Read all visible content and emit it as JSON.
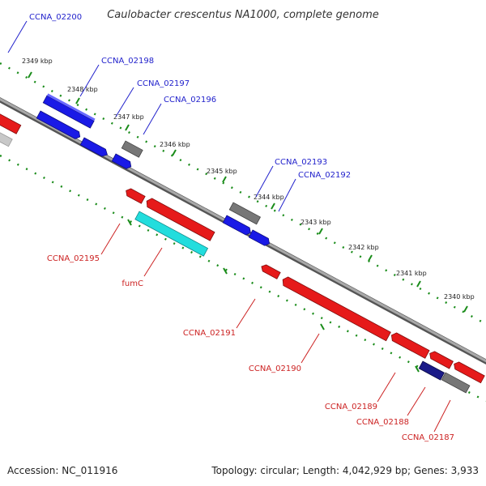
{
  "title": "Caulobacter crescentus NA1000, complete genome",
  "footer": {
    "accession": "Accession: NC_011916",
    "summary": "Topology: circular; Length: 4,042,929 bp; Genes: 3,933"
  },
  "ticks": [
    "2349 kbp",
    "2348 kbp",
    "2347 kbp",
    "2346 kbp",
    "2345 kbp",
    "2344 kbp",
    "2343 kbp",
    "2342 kbp",
    "2341 kbp",
    "2340 kbp"
  ],
  "genes": {
    "plus": [
      "CCNA_02200",
      "CCNA_02198",
      "CCNA_02197",
      "CCNA_02196",
      "CCNA_02193",
      "CCNA_02192"
    ],
    "minus": [
      "CCNA_02195",
      "fumC",
      "CCNA_02191",
      "CCNA_02190",
      "CCNA_02189",
      "CCNA_02188",
      "CCNA_02187"
    ]
  },
  "colors": {
    "plus_strand": "#1a1ae6",
    "minus_strand": "#e61a1a",
    "pseudo": "#777777",
    "rna": "#22dddd",
    "dark": "#1a1a88",
    "tick": "#1a8c1a",
    "backbone": "#888888"
  }
}
